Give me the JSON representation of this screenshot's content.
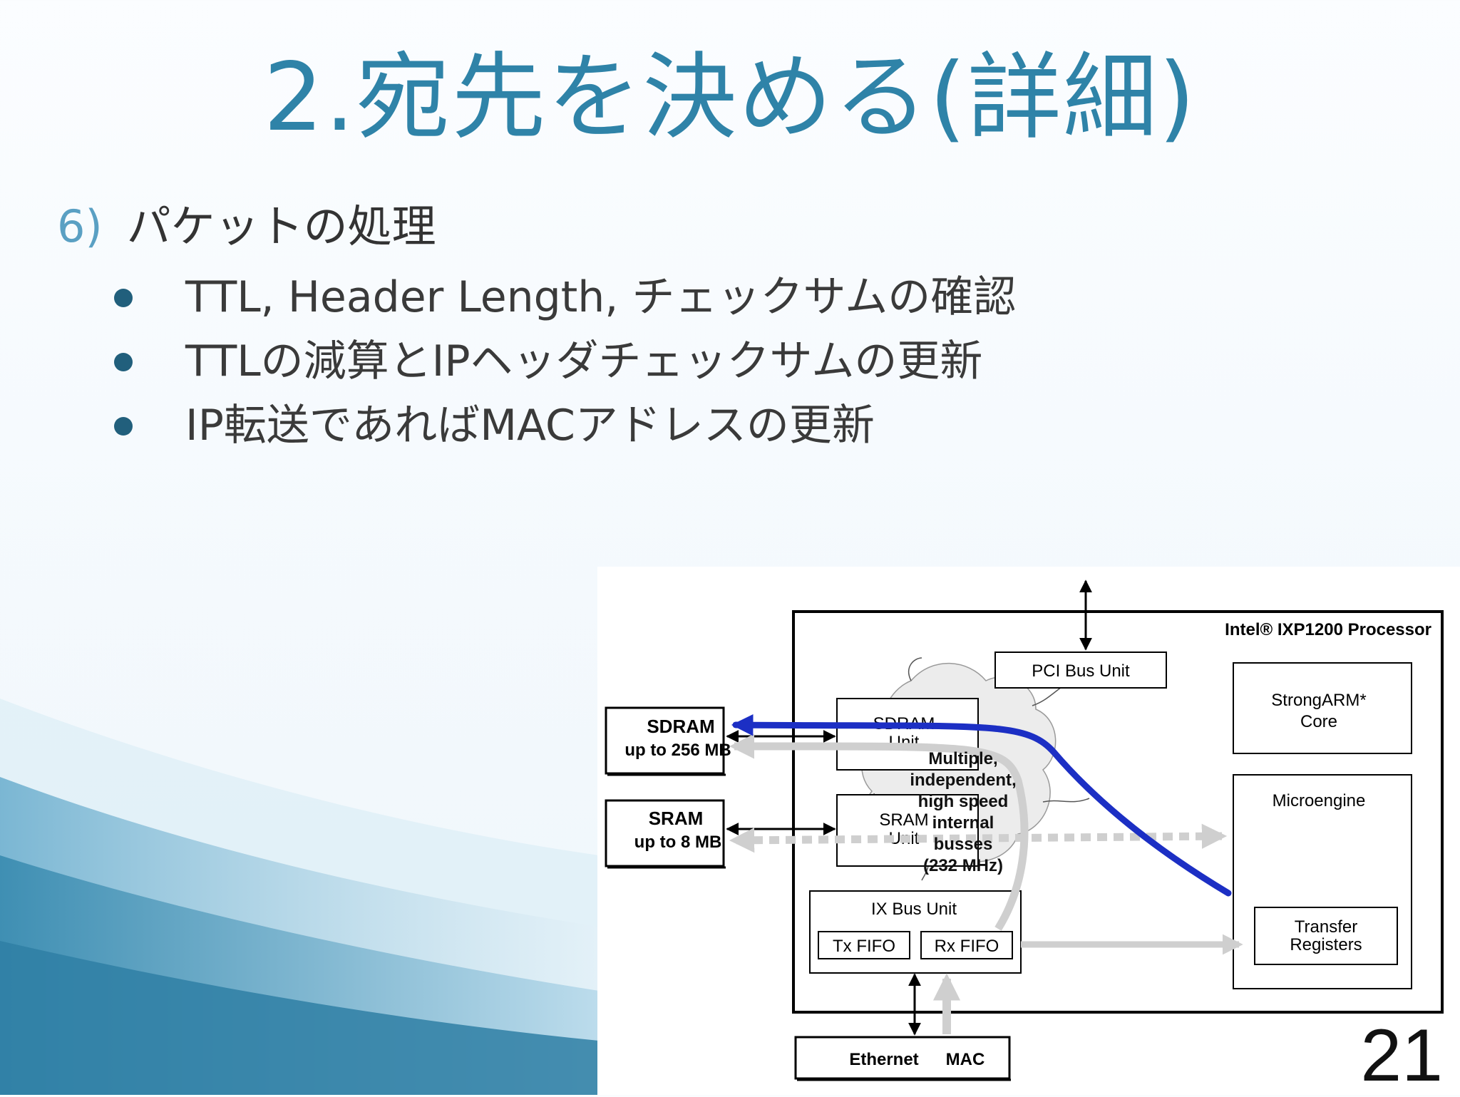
{
  "slide": {
    "title": "2.宛先を決める(詳細)",
    "subhead_number": "6)",
    "subhead_text": "パケットの処理",
    "bullets": [
      "TTL, Header Length, チェックサムの確認",
      "TTLの減算とIPヘッダチェックサムの更新",
      "IP転送であればMACアドレスの更新"
    ],
    "page_number": "21"
  },
  "diagram": {
    "processor_label": "Intel® IXP1200 Processor",
    "pci_bus_unit": "PCI Bus Unit",
    "strongarm_line1": "StrongARM*",
    "strongarm_line2": "Core",
    "microengine": "Microengine",
    "transfer_line1": "Transfer",
    "transfer_line2": "Registers",
    "sdram_ext_line1": "SDRAM",
    "sdram_ext_line2": "up to 256 MB",
    "sram_ext_line1": "SRAM",
    "sram_ext_line2": "up to 8 MB",
    "sdram_unit_line1": "SDRAM",
    "sdram_unit_line2": "Unit",
    "sram_unit_line1": "SRAM",
    "sram_unit_line2": "Unit",
    "ix_bus_unit": "IX Bus Unit",
    "tx_fifo": "Tx FIFO",
    "rx_fifo": "Rx FIFO",
    "ethernet": "Ethernet",
    "mac": "MAC",
    "bus_line1": "Multiple,",
    "bus_line2": "independent,",
    "bus_line3": "high speed",
    "bus_line4": "internal",
    "bus_line5": "busses",
    "bus_line6": "(232 MHz)",
    "colors": {
      "packet_path": "#1c2fc4",
      "data_flow": "#cfcfcf",
      "title": "#2f83a8",
      "bullet": "#215f7c"
    }
  }
}
